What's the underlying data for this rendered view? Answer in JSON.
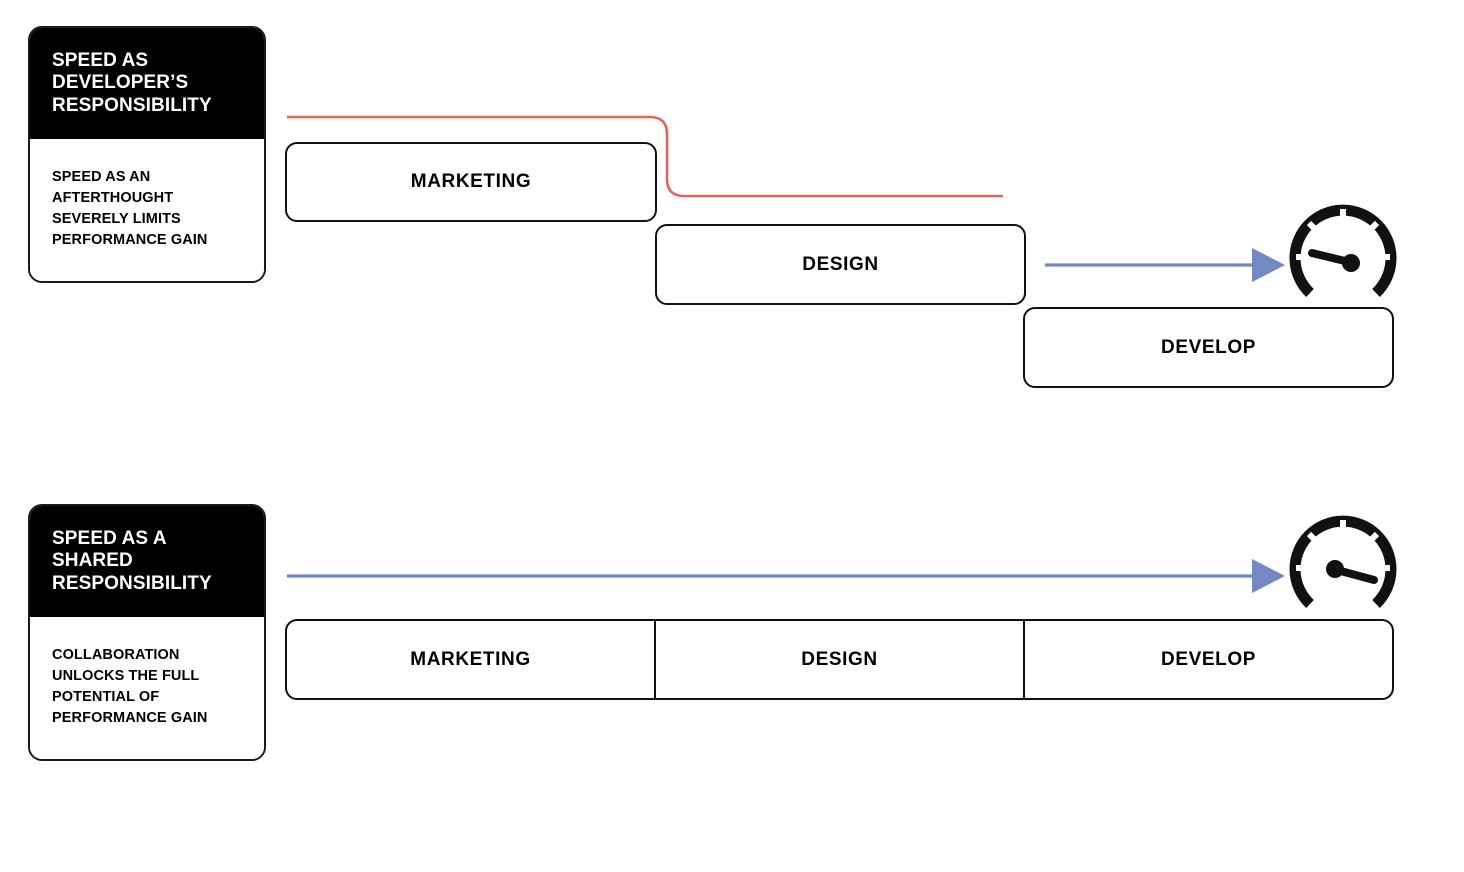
{
  "diagram": {
    "title": "Speed as developer's vs shared responsibility",
    "colors": {
      "line_slow": "#de6661",
      "line_fast": "#7389c4",
      "box_border": "#111111",
      "card_header_bg": "#000000",
      "card_header_text": "#ffffff",
      "page_bg": "#ffffff"
    }
  },
  "rows": [
    {
      "id": "developer-responsibility",
      "card": {
        "heading": "SPEED AS DEVELOPER’S RESPONSIBILITY",
        "body": "SPEED AS AN AFTERTHOUGHT SEVERELY LIMITS PERFORMANCE GAIN"
      },
      "layout": "staircase",
      "stages": [
        {
          "label": "MARKETING"
        },
        {
          "label": "DESIGN"
        },
        {
          "label": "DEVELOP"
        }
      ],
      "connectors": [
        {
          "name": "slow-path-line",
          "color": "#de6661",
          "arrowhead": false,
          "description": "stepped red line dropping from marketing level to design level"
        },
        {
          "name": "speed-arrow",
          "color": "#7389c4",
          "arrowhead": true,
          "description": "short blue arrow pointing to gauge"
        }
      ],
      "gauge": {
        "name": "speedometer-low",
        "needle": "low",
        "ticks": 5
      }
    },
    {
      "id": "shared-responsibility",
      "card": {
        "heading": "SPEED AS A SHARED RESPONSIBILITY",
        "body": "COLLABORATION UNLOCKS THE FULL POTENTIAL OF PERFORMANCE GAIN"
      },
      "layout": "joined-bar",
      "stages": [
        {
          "label": "MARKETING"
        },
        {
          "label": "DESIGN"
        },
        {
          "label": "DEVELOP"
        }
      ],
      "connectors": [
        {
          "name": "speed-arrow",
          "color": "#7389c4",
          "arrowhead": true,
          "description": "long blue arrow spanning all stages to gauge"
        }
      ],
      "gauge": {
        "name": "speedometer-high",
        "needle": "high",
        "ticks": 5
      }
    }
  ]
}
